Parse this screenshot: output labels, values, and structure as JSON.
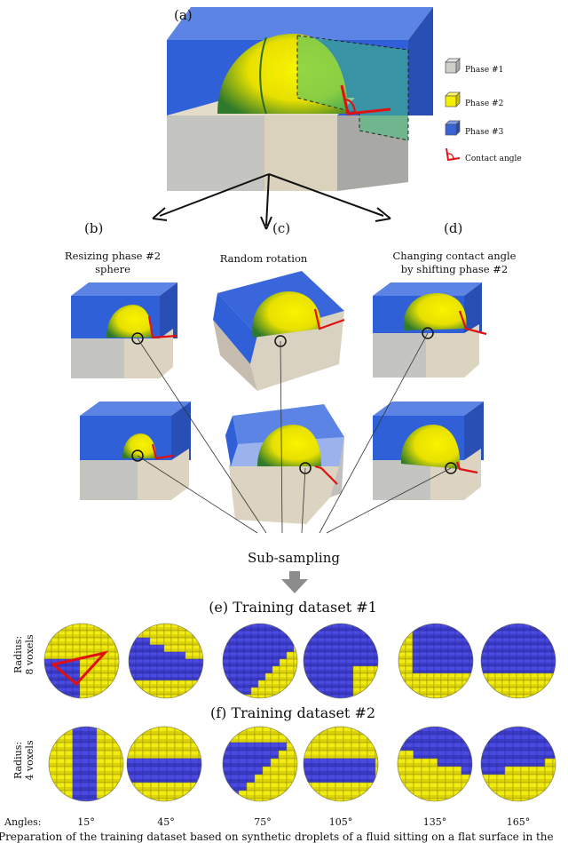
{
  "panel_labels": {
    "a": "(a)",
    "b": "(b)",
    "c": "(c)",
    "d": "(d)"
  },
  "legend": {
    "items": [
      {
        "label": "Phase #1",
        "icon": "grey-cube-icon",
        "color": "#c8c8c4"
      },
      {
        "label": "Phase #2",
        "icon": "yellow-cube-icon",
        "color": "#f5ef00"
      },
      {
        "label": "Phase #3",
        "icon": "blue-cube-icon",
        "color": "#3a64d6"
      },
      {
        "label": "Contact angle",
        "icon": "contact-angle-icon",
        "color": "#e01010"
      }
    ]
  },
  "augmentations": {
    "b": {
      "line1": "Resizing phase #2",
      "line2": "sphere"
    },
    "c": {
      "line1": "Random rotation"
    },
    "d": {
      "line1": "Changing contact angle",
      "line2": "by shifting phase #2"
    }
  },
  "sub_sampling": "Sub-sampling",
  "dataset1": {
    "label": "(e)  Training dataset #1",
    "radius_line1": "Radius:",
    "radius_line2": "8 voxels"
  },
  "dataset2": {
    "label": "(f)  Training dataset #2",
    "radius_line1": "Radius:",
    "radius_line2": "4 voxels"
  },
  "angles_label": "Angles:",
  "angles": [
    "15°",
    "45°",
    "75°",
    "105°",
    "135°",
    "165°"
  ],
  "caption": "Preparation of the training dataset based on synthetic droplets of a fluid sitting on a flat surface in the",
  "colors": {
    "solid": "#c8c8c4",
    "solid_dark": "#9a9a96",
    "droplet": "#f5ef00",
    "droplet_green": "#3a7a28",
    "fluid": "#3a64d6",
    "fluid_voxel": "#4a4ae0",
    "contact": "#e01010",
    "plane": "#3fc07a"
  }
}
